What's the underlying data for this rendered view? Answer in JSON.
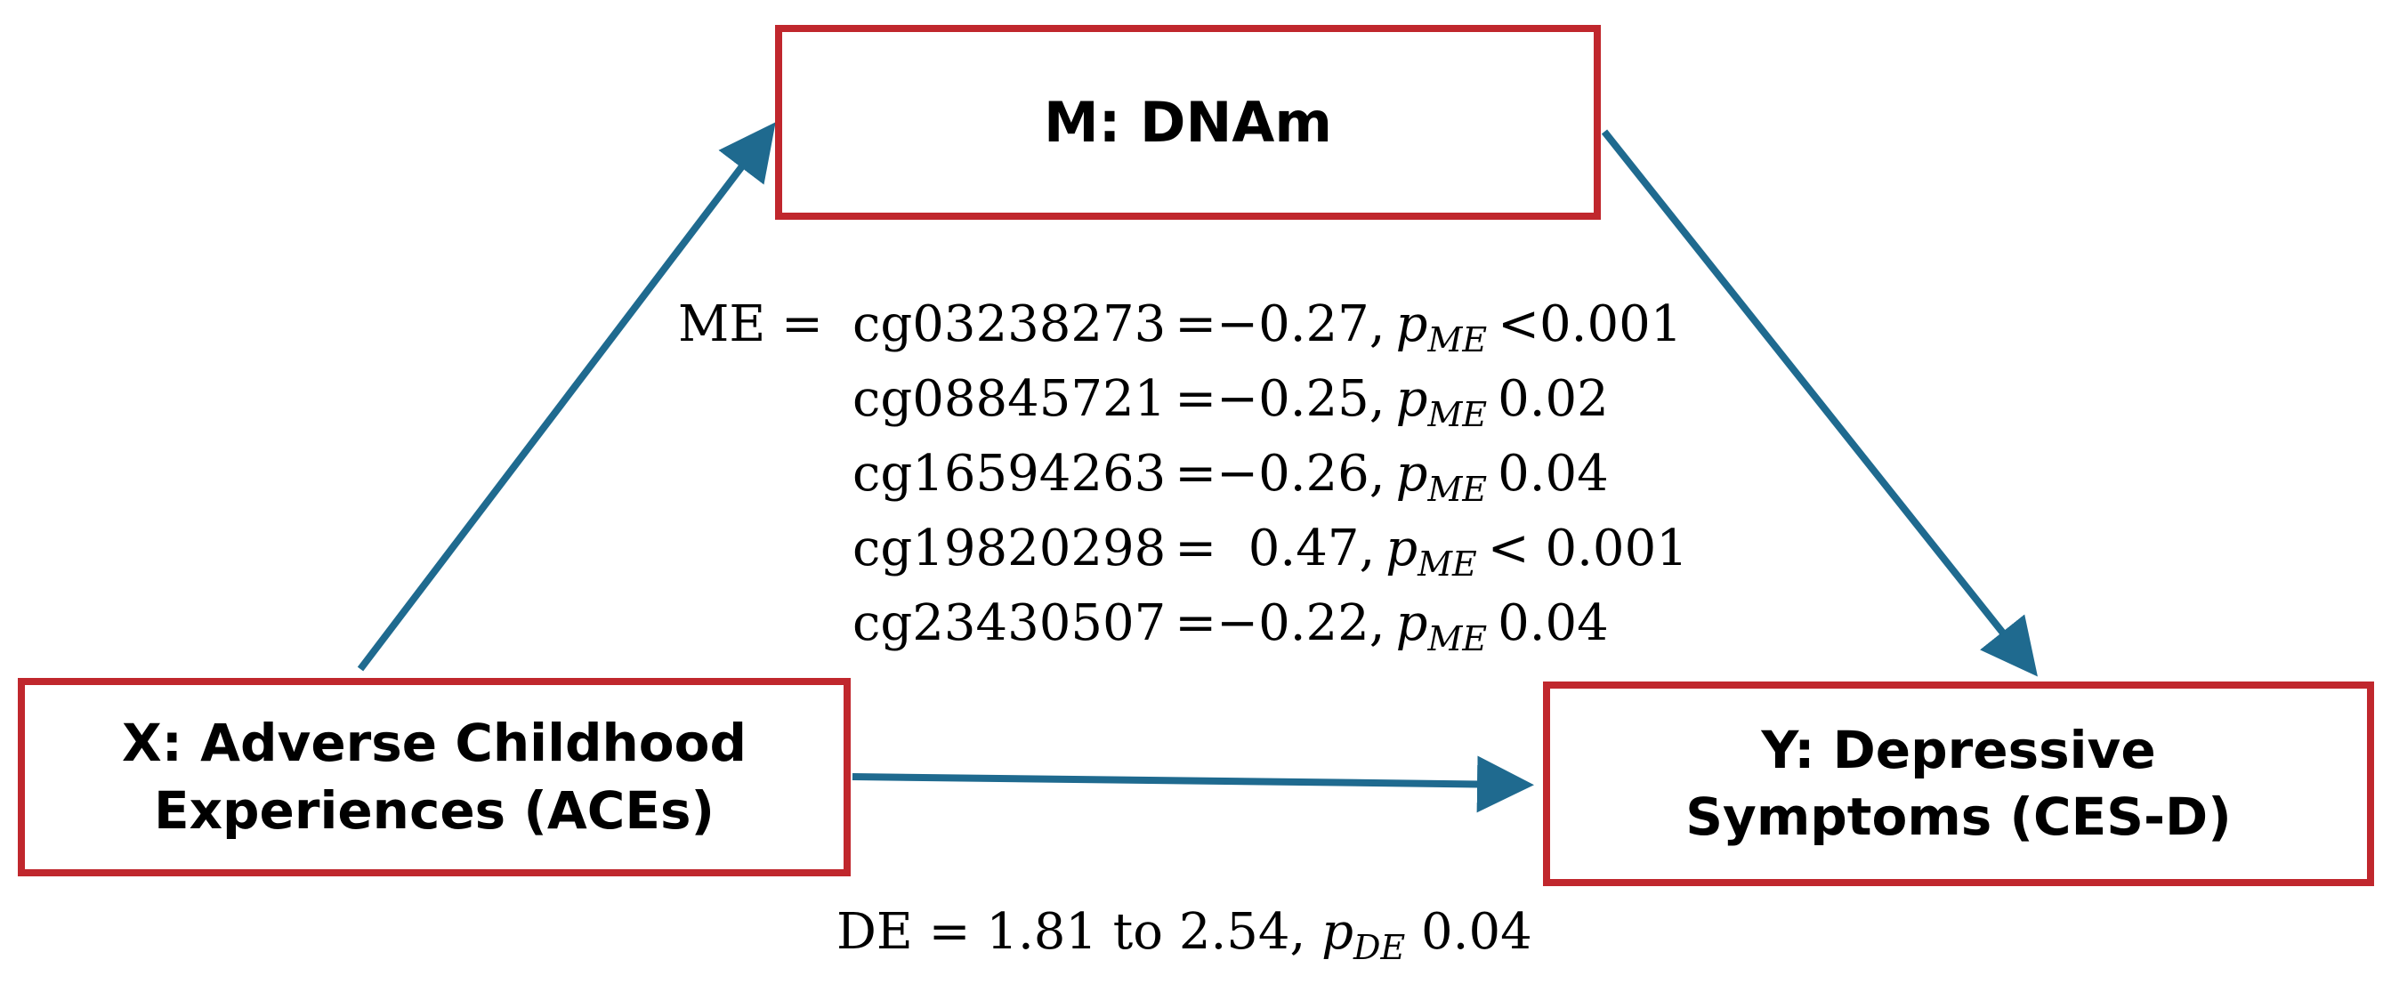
{
  "colors": {
    "box_border": "#c0272d",
    "arrow": "#1f6a8f"
  },
  "nodes": {
    "m": {
      "label": "M: DNAm"
    },
    "x": {
      "line1": "X: Adverse Childhood",
      "line2": "Experiences (ACEs)"
    },
    "y": {
      "line1": "Y: Depressive",
      "line2": "Symptoms (CES-D)"
    }
  },
  "mediation_effects": {
    "label": "ME =",
    "p_symbol": "p",
    "p_subscript": "ME",
    "rows": [
      {
        "cpg": "cg03238273",
        "value": "=−0.27,",
        "p_value": "<0.001"
      },
      {
        "cpg": "cg08845721",
        "value": "=−0.25,",
        "p_value": "0.02"
      },
      {
        "cpg": "cg16594263",
        "value": "=−0.26,",
        "p_value": "0.04"
      },
      {
        "cpg": "cg19820298",
        "value": "=  0.47,",
        "p_value": "< 0.001"
      },
      {
        "cpg": "cg23430507",
        "value": "=−0.22,",
        "p_value": "0.04"
      }
    ]
  },
  "direct_effect": {
    "label": "DE =",
    "range": "1.81 to 2.54,",
    "p_symbol": "p",
    "p_subscript": "DE",
    "p_value": "0.04"
  }
}
